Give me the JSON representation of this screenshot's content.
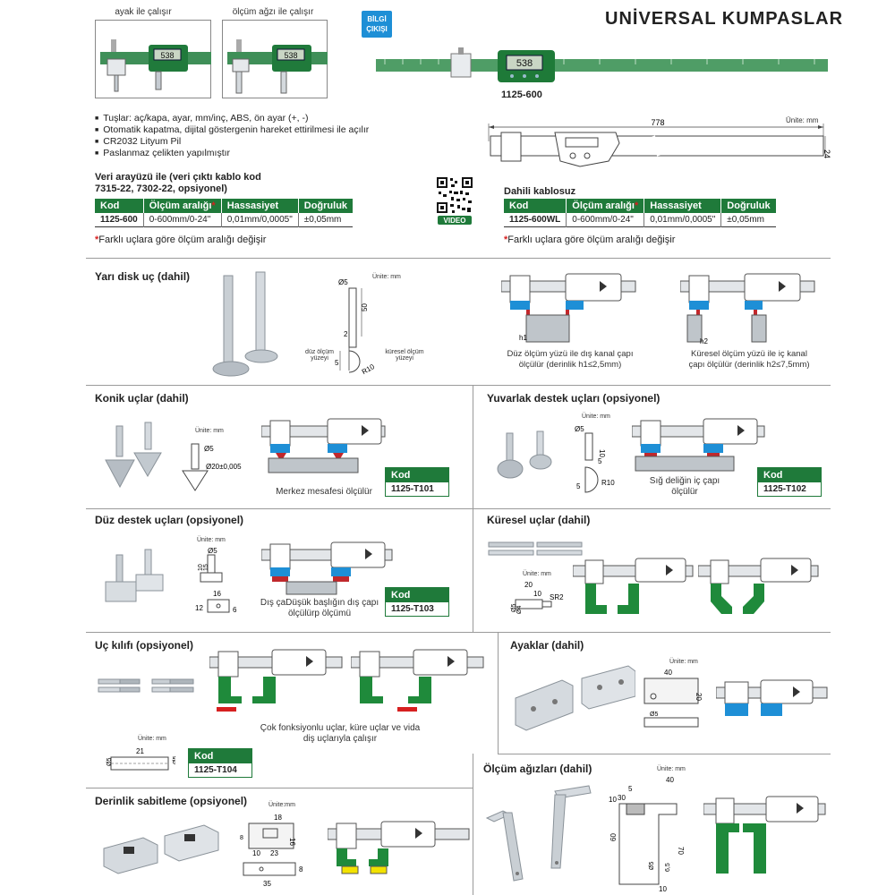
{
  "header": {
    "title": "UNİVERSAL KUMPASLAR",
    "badge": "BİLGİ ÇIKIŞI",
    "caption_left": "ayak ile çalışır",
    "caption_right": "ölçüm ağzı ile çalışır",
    "main_model": "1125-600",
    "display_reading": "538"
  },
  "features": [
    "Tuşlar: aç/kapa, ayar, mm/inç, ABS, ön ayar (+, -)",
    "Otomatik kapatma, dijital göstergenin hareket ettirilmesi ile açılır",
    "CR2032 Lityum Pil",
    "Paslanmaz çelikten yapılmıştır"
  ],
  "dimension_drawing": {
    "unit": "Ünite: mm",
    "length": "778",
    "height": "24"
  },
  "table_left": {
    "title_line1": "Veri arayüzü ile (veri çıktı kablo kod",
    "title_line2": "7315-22, 7302-22, opsiyonel)",
    "headers": [
      "Kod",
      "Ölçüm aralığı",
      "Hassasiyet",
      "Doğruluk"
    ],
    "row": [
      "1125-600",
      "0-600mm/0-24\"",
      "0,01mm/0,0005\"",
      "±0,05mm"
    ]
  },
  "table_right": {
    "title": "Dahili kablosuz",
    "headers": [
      "Kod",
      "Ölçüm aralığı",
      "Hassasiyet",
      "Doğruluk"
    ],
    "row": [
      "1125-600WL",
      "0-600mm/0-24\"",
      "0,01mm/0,0005\"",
      "±0,05mm"
    ]
  },
  "footnote": "Farklı uçlara göre ölçüm aralığı değişir",
  "video_label": "VIDEO",
  "sections": {
    "half_disc": {
      "title": "Yarı disk uç (dahil)",
      "unit": "Ünite: mm",
      "dims": [
        "Ø5",
        "50",
        "2",
        "5",
        "R10"
      ],
      "label_flat": "düz ölçüm yüzeyi",
      "label_sphere": "küresel ölçüm yüzeyi",
      "h1": "h1",
      "h2": "h2",
      "caption1": "Düz ölçüm yüzü ile dış kanal çapı ölçülür (derinlik h1≤2,5mm)",
      "caption2": "Küresel ölçüm yüzü ile iç kanal çapı ölçülür (derinlik h2≤7,5mm)"
    },
    "conical": {
      "title": "Konik uçlar (dahil)",
      "unit": "Ünite: mm",
      "dims": [
        "Ø5",
        "Ø20±0,005"
      ],
      "caption": "Merkez mesafesi ölçülür",
      "kod_label": "Kod",
      "kod": "1125-T101"
    },
    "round_support": {
      "title": "Yuvarlak destek uçları (opsiyonel)",
      "unit": "Ünite: mm",
      "dims": [
        "Ø5",
        "10",
        "5",
        "5",
        "R10"
      ],
      "caption": "Sığ deliğin iç çapı ölçülür",
      "kod_label": "Kod",
      "kod": "1125-T102"
    },
    "flat_support": {
      "title": "Düz destek uçları (opsiyonel)",
      "unit": "Ünite: mm",
      "dims": [
        "Ø5",
        "10",
        "15",
        "16",
        "12",
        "6"
      ],
      "caption": "Dış çaDüşük  başlığın dış çapı ölçülürp ölçümü",
      "kod_label": "Kod",
      "kod": "1125-T103"
    },
    "spherical": {
      "title": "Küresel uçlar (dahil)",
      "unit": "Ünite: mm",
      "dims": [
        "20",
        "10",
        "SR2",
        "Ø5",
        "Ø4"
      ]
    },
    "tip_sleeve": {
      "title": "Uç kılıfı (opsiyonel)",
      "caption": "Çok fonksiyonlu uçlar, küre uçlar ve vida diş uçlarıyla çalışır",
      "unit": "Ünite: mm",
      "dims": [
        "21",
        "Ø5",
        "Ø5"
      ],
      "kod_label": "Kod",
      "kod": "1125-T104"
    },
    "feet": {
      "title": "Ayaklar (dahil)",
      "unit": "Ünite: mm",
      "dims": [
        "40",
        "20",
        "Ø5"
      ]
    },
    "depth_fix": {
      "title": "Derinlik sabitleme (opsiyonel)",
      "unit": "Ünite:mm",
      "dims": [
        "18",
        "8",
        "16",
        "10",
        "23",
        "35",
        "8"
      ]
    },
    "jaws": {
      "title": "Ölçüm ağızları (dahil)",
      "unit": "Ünite: mm",
      "dims": [
        "40",
        "5",
        "30",
        "10",
        "60",
        "70",
        "Ø5",
        "6,5",
        "10"
      ]
    }
  },
  "colors": {
    "green": "#1f7a3a",
    "blue": "#1e8fd6",
    "red": "#d62020",
    "steel": "#c9cfd4",
    "yellow": "#f2e200"
  }
}
